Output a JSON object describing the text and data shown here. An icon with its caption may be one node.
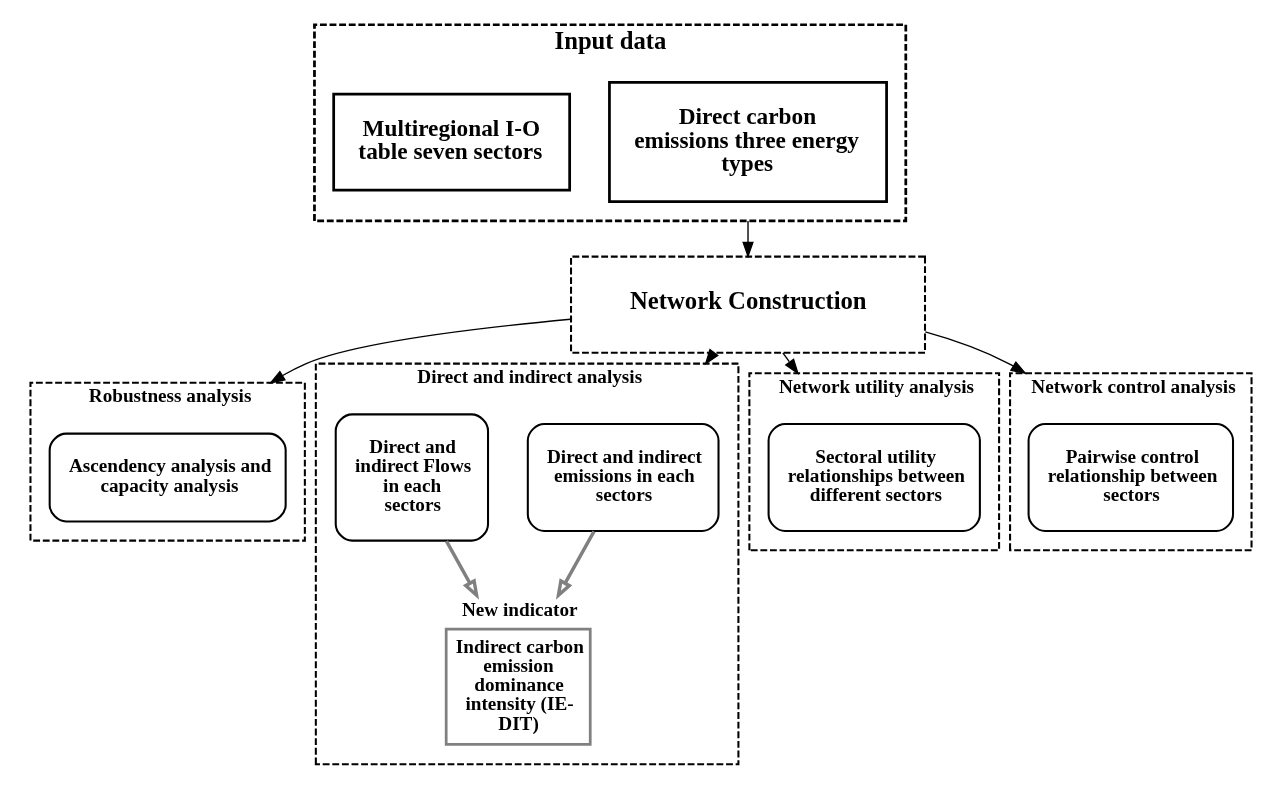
{
  "diagram": {
    "nodes": [
      {
        "text": [
          "Input data"
        ]
      },
      {
        "text": [
          "Direct carbon emissions three energy types"
        ],
        "in": 0
      },
      {
        "text": [
          "Multiregional I-O table seven sectors"
        ],
        "in": 0
      },
      {
        "text": [
          "Network Construction"
        ]
      },
      {
        "text": [
          "Robustness analysis"
        ]
      },
      {
        "text": [
          "Ascendency analysis and capacity analysis"
        ],
        "in": 4
      },
      {
        "text": [
          "Direct and indirect analysis"
        ]
      },
      {
        "text": [
          "Direct and indirect emissions in each sectors"
        ],
        "in": 6
      },
      {
        "text": [
          "Direct and indirect Flows in each sectors"
        ],
        "in": 6
      },
      {
        "text": [
          "New indicator",
          "Indirect carbon emission dominance intensity (IE-DIT)"
        ],
        "in": 6
      },
      {
        "text": [
          "Network utility analysis"
        ]
      },
      {
        "text": [
          "Sectoral utility relationships between different sectors"
        ],
        "in": 10
      },
      {
        "text": [
          "Network control analysis"
        ]
      },
      {
        "text": [
          "Pairwise control relationship between sectors"
        ],
        "in": 12
      }
    ],
    "edges": [
      {
        "from": 0,
        "to": 3,
        "arrow": "to"
      },
      {
        "from": 3,
        "to": 4,
        "arrow": "to"
      },
      {
        "from": 3,
        "to": 6,
        "arrow": "to"
      },
      {
        "from": 3,
        "to": 10,
        "arrow": "to"
      },
      {
        "from": 3,
        "to": 12,
        "arrow": "to"
      },
      {
        "from": 7,
        "to": 9,
        "arrow": "to",
        "style": "thick",
        "color": "#808080"
      },
      {
        "from": 8,
        "to": 9,
        "arrow": "to",
        "style": "thick",
        "color": "#808080"
      }
    ]
  }
}
